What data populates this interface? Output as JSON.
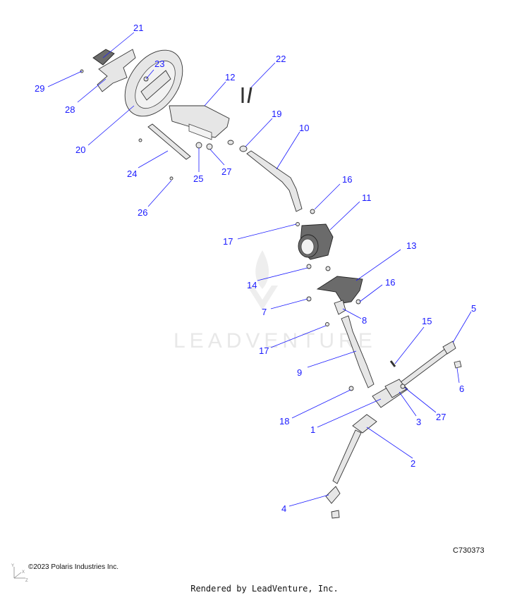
{
  "watermark": {
    "brand": "LEADVENTURE"
  },
  "drawing_id": "C730373",
  "copyright": "©2023 Polaris Industries Inc.",
  "rendered_by": "Rendered by LeadVenture, Inc.",
  "axis_labels": {
    "y": "Y",
    "x": "X",
    "z": "Z"
  },
  "callouts": {
    "n1": "1",
    "n2": "2",
    "n3": "3",
    "n4": "4",
    "n5": "5",
    "n6": "6",
    "n7": "7",
    "n8": "8",
    "n9": "9",
    "n10": "10",
    "n11": "11",
    "n12": "12",
    "n13": "13",
    "n14": "14",
    "n15": "15",
    "n16a": "16",
    "n16b": "16",
    "n17a": "17",
    "n17b": "17",
    "n18": "18",
    "n19": "19",
    "n20": "20",
    "n21": "21",
    "n22": "22",
    "n23": "23",
    "n24": "24",
    "n25": "25",
    "n26": "26",
    "n27a": "27",
    "n27b": "27",
    "n28": "28",
    "n29": "29"
  },
  "colors": {
    "callout": "#1a1aff",
    "watermark": "#e8e8e8"
  }
}
